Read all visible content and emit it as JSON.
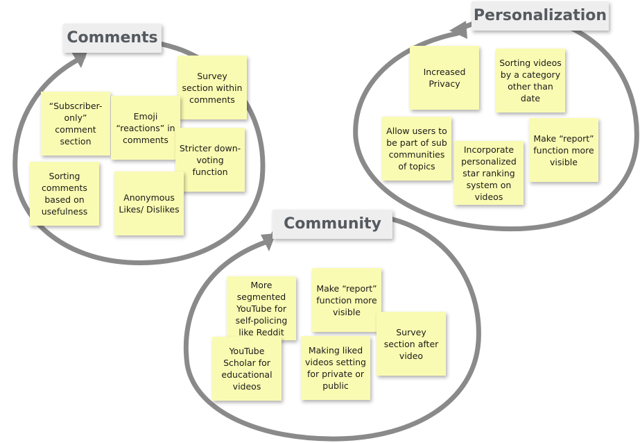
{
  "clusters": {
    "comments": {
      "title": "Comments",
      "notes": [
        "Survey section within comments",
        "“Subscriber-only” comment section",
        "Emoji “reactions” in comments",
        "Stricter down-voting function",
        "Sorting comments based on usefulness",
        "Anonymous Likes/ Dislikes"
      ]
    },
    "personalization": {
      "title": "Personalization",
      "notes": [
        "Increased Privacy",
        "Sorting videos by a category other than date",
        "Allow users to be part of sub communities of topics",
        "Make “report” function more visible",
        "Incorporate personalized star ranking system on videos"
      ]
    },
    "community": {
      "title": "Community",
      "notes": [
        "More segmented YouTube for self-policing like Reddit",
        "Make “report” function more visible",
        "Survey section after video",
        "YouTube Scholar for educational videos",
        "Making liked videos setting for private or public"
      ]
    }
  },
  "colors": {
    "sticky_note": "#fafbb2",
    "loop_stroke": "#8a8a8a",
    "title_background": "#eeeeee",
    "title_text": "#555a60"
  }
}
